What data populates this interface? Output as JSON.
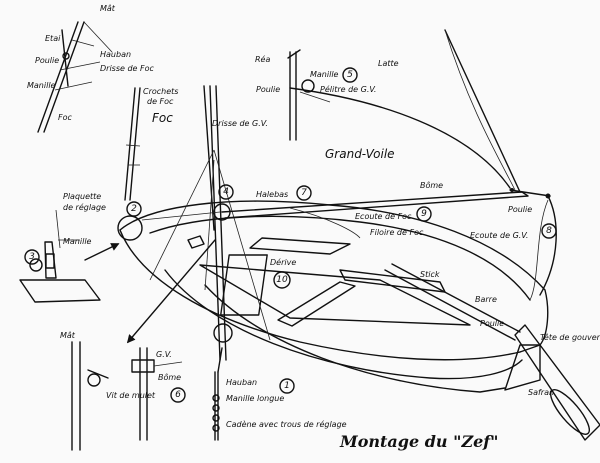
{
  "title": "Montage du \"Zef\"",
  "labels": {
    "mat_top": "Mât",
    "etai": "Etai",
    "poulie_top": "Poulie",
    "hauban_top": "Hauban",
    "drisse_de_foc": "Drisse de Foc",
    "manille_top": "Manille",
    "foc_small": "Foc",
    "crochets_de": "Crochets",
    "crochets_foc": "de Foc",
    "foc": "Foc",
    "drisse_gv": "Drisse de G.V.",
    "rea": "Réa",
    "manille_5": "Manille",
    "poulie_5": "Poulie",
    "pelitre": "Pélitre de G.V.",
    "latte": "Latte",
    "grand_voile": "Grand-Voile",
    "bome": "Bôme",
    "poulie_right": "Poulie",
    "halebas": "Halebas",
    "ecoute_de_foc": "Ecoute de Foc",
    "filoire_de_foc": "Filoire de Foc",
    "ecoute_de_gv": "Ecoute de G.V.",
    "plaquette_1": "Plaquette",
    "plaquette_2": "de réglage",
    "manille_3": "Manille",
    "derive": "Dérive",
    "stick": "Stick",
    "barre": "Barre",
    "poulie_barre": "Poulie",
    "tete_1": "Tête de gouvernail",
    "safran": "Safran",
    "mat_bl": "Mât",
    "gv_bl": "G.V.",
    "bome_bl": "Bôme",
    "vit_de_mulet": "Vit de mulet",
    "hauban_bot": "Hauban",
    "manille_longue": "Manille longue",
    "cadene": "Cadène avec trous de réglage"
  },
  "numbers": {
    "n1": "1",
    "n2": "2",
    "n3": "3",
    "n4": "4",
    "n5": "5",
    "n6": "6",
    "n7": "7",
    "n8": "8",
    "n9": "9",
    "n10": "10"
  }
}
